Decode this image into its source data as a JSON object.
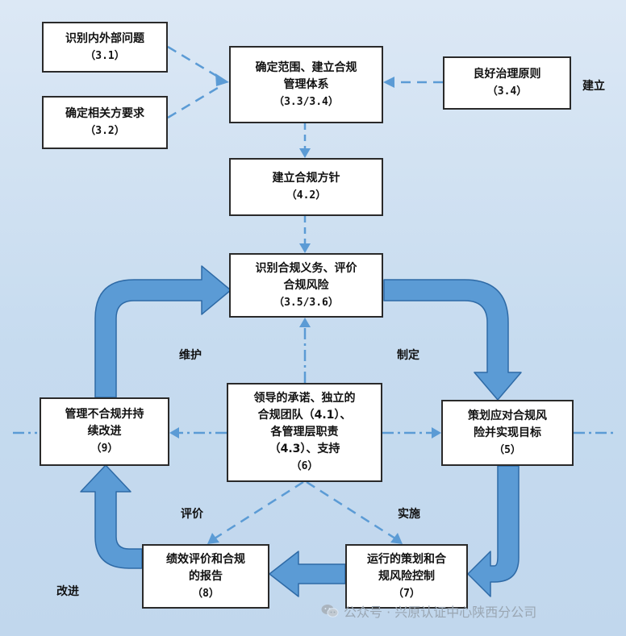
{
  "colors": {
    "arrow_fill": "#5b9bd5",
    "arrow_stroke": "#2e6aa6",
    "dashed_line": "#5b9bd5",
    "box_border": "#2a2a2a",
    "background": "#c6dbef"
  },
  "boxes": {
    "identify_issues": {
      "title": "识别内外部问题",
      "code": "（3.1）"
    },
    "interested_parties": {
      "title": "确定相关方要求",
      "code": "（3.2）"
    },
    "scope": {
      "line1": "确定范围、建立合规",
      "line2": "管理体系",
      "code": "（3.3/3.4）"
    },
    "governance": {
      "title": "良好治理原则",
      "code": "（3.4）"
    },
    "policy": {
      "title": "建立合规方针",
      "code": "（4.2）"
    },
    "obligations": {
      "line1": "识别合规义务、评价",
      "line2": "合规风险",
      "code": "（3.5/3.6）"
    },
    "leadership": {
      "line1": "领导的承诺、独立的",
      "line2": "合规团队（4.1）、",
      "line3": "各管理层职责",
      "line4": "（4.3）、支持",
      "code": "（6）"
    },
    "nonconformity": {
      "line1": "管理不合规并持",
      "line2": "续改进",
      "code": "（9）"
    },
    "planning": {
      "line1": "策划应对合规风",
      "line2": "险并实现目标",
      "code": "（5）"
    },
    "operation": {
      "line1": "运行的策划和合",
      "line2": "规风险控制",
      "code": "（7）"
    },
    "evaluation": {
      "line1": "绩效评价和合规",
      "line2": "的报告",
      "code": "（8）"
    }
  },
  "labels": {
    "establish": "建立",
    "maintain": "维护",
    "formulate": "制定",
    "evaluate": "评价",
    "implement": "实施",
    "improve": "改进"
  },
  "watermark": {
    "icon": "wechat-icon",
    "text": "公众号 · 兴原认证中心陕西分公司"
  }
}
